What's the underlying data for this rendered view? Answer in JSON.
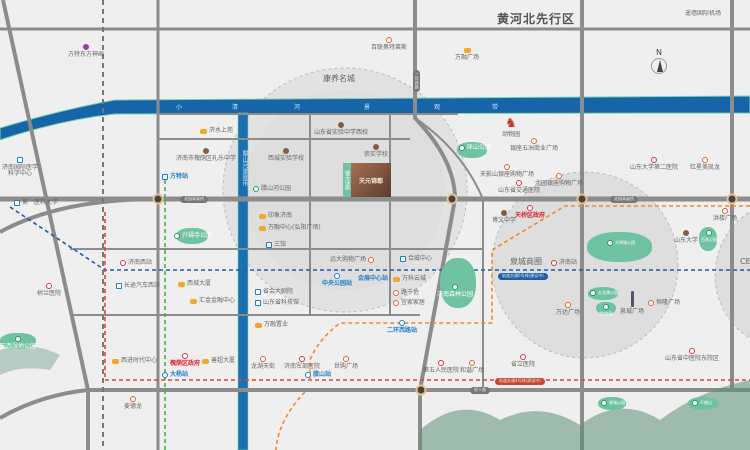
{
  "region_titles": {
    "north": "黄河北先行区",
    "kangyang": "康养名城",
    "quancheng": "泉城商圈",
    "cbd": "CE"
  },
  "compass": "N",
  "airport": "遥墙国际机场",
  "river": {
    "chars": [
      "小",
      "清",
      "河",
      "景",
      "观",
      "带"
    ]
  },
  "lashan_river": "腊山河景观带",
  "project": {
    "name": "天元锦都",
    "corridor": "城市绿廊"
  },
  "roads": [
    "北园高架桥",
    "北园高架桥",
    "经十路",
    "二环西路"
  ],
  "metro_labels": [
    "轨道交通6号线(建设中)",
    "轨道交通4号线(建设中)"
  ],
  "pois": [
    {
      "name": "方特东方神画",
      "icon": "poi"
    },
    {
      "name": "济南国际医学科学中心",
      "icon": "poi"
    },
    {
      "name": "第一医科大学",
      "icon": "school"
    },
    {
      "name": "济水上苑",
      "icon": "building"
    },
    {
      "name": "济南市槐荫区礼乐中学",
      "icon": "school"
    },
    {
      "name": "西城实验学校",
      "icon": "school"
    },
    {
      "name": "山东省实验中学西校",
      "icon": "school"
    },
    {
      "name": "崇实学校",
      "icon": "school"
    },
    {
      "name": "腊山河公园",
      "icon": "park"
    },
    {
      "name": "印象济南",
      "icon": "building"
    },
    {
      "name": "万融中心(弘阳广场)",
      "icon": "building"
    },
    {
      "name": "三馆",
      "icon": "poi"
    },
    {
      "name": "兴福寺公园",
      "icon": "park"
    },
    {
      "name": "济南西站",
      "icon": "rail"
    },
    {
      "name": "长途汽车西站",
      "icon": "bus"
    },
    {
      "name": "西城大厦",
      "icon": "building"
    },
    {
      "name": "汇金金融中心",
      "icon": "building"
    },
    {
      "name": "省会大剧院",
      "icon": "poi"
    },
    {
      "name": "山东省科技馆",
      "icon": "poi"
    },
    {
      "name": "远大购物广场",
      "icon": "mall"
    },
    {
      "name": "万融置业",
      "icon": "building"
    },
    {
      "name": "西进时代中心",
      "icon": "building"
    },
    {
      "name": "槐荫区政府",
      "icon": "gov"
    },
    {
      "name": "善超大厦",
      "icon": "building"
    },
    {
      "name": "龙湖天街",
      "icon": "mall"
    },
    {
      "name": "济南军部医院",
      "icon": "hospital"
    },
    {
      "name": "世购广场",
      "icon": "mall"
    },
    {
      "name": "麦德龙",
      "icon": "mall"
    },
    {
      "name": "树兰医院",
      "icon": "hospital"
    },
    {
      "name": "天西湿地公园",
      "icon": "park"
    },
    {
      "name": "合威中心",
      "icon": "poi"
    },
    {
      "name": "万科云城",
      "icon": "building"
    },
    {
      "name": "路千佐",
      "icon": "mall"
    },
    {
      "name": "宜家家居",
      "icon": "mall"
    },
    {
      "name": "济南森林公园",
      "icon": "park"
    },
    {
      "name": "第五人民医院",
      "icon": "hospital"
    },
    {
      "name": "和谐广场",
      "icon": "mall"
    },
    {
      "name": "省立医院",
      "icon": "hospital"
    },
    {
      "name": "济南站",
      "icon": "rail"
    },
    {
      "name": "五龙潭公园",
      "icon": "park"
    },
    {
      "name": "趵突泉",
      "icon": "park"
    },
    {
      "name": "泉城广场",
      "icon": "landmark"
    },
    {
      "name": "恒隆广场",
      "icon": "mall"
    },
    {
      "name": "万达广场",
      "icon": "mall"
    },
    {
      "name": "山东省中医院东院区",
      "icon": "hospital"
    },
    {
      "name": "大明湖公园",
      "icon": "park"
    },
    {
      "name": "山东大学",
      "icon": "school"
    },
    {
      "name": "百花公园",
      "icon": "park"
    },
    {
      "name": "洪楼广场",
      "icon": "mall"
    },
    {
      "name": "山东大学第二医院",
      "icon": "hospital"
    },
    {
      "name": "红星美凯龙",
      "icon": "mall"
    },
    {
      "name": "天桥区政府",
      "icon": "gov"
    },
    {
      "name": "博文中学",
      "icon": "school"
    },
    {
      "name": "山东省交通医院",
      "icon": "hospital"
    },
    {
      "name": "天影山银座购物广场",
      "icon": "mall"
    },
    {
      "name": "北园银座购物广场",
      "icon": "mall"
    },
    {
      "name": "银座五洲商业广场",
      "icon": "mall"
    },
    {
      "name": "动物园",
      "icon": "giraffe"
    },
    {
      "name": "匡山公园",
      "icon": "park"
    },
    {
      "name": "万融广场",
      "icon": "building"
    },
    {
      "name": "百联奥特莱斯",
      "icon": "mall"
    },
    {
      "name": "泉城公园",
      "icon": "park"
    },
    {
      "name": "千佛山",
      "icon": "park"
    }
  ],
  "stations": [
    "方特站",
    "中央公园站",
    "会展中心站",
    "大杨站",
    "腊山站",
    "二环西路站"
  ],
  "colors": {
    "river": "#1565a8",
    "park": "#6fc3a2",
    "metro_blue": "#1f5fa8",
    "metro_red": "#d9482c",
    "metro_orange": "#f08a24",
    "metro_green": "#3cb83c",
    "road": "#8c8c8c"
  }
}
